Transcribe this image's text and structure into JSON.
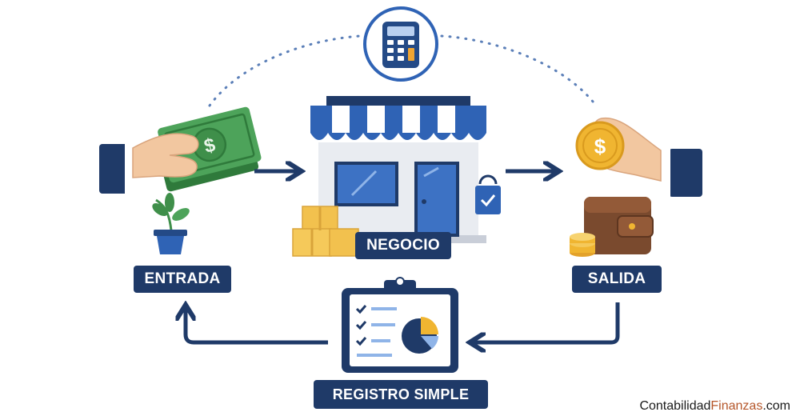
{
  "labels": {
    "entrada": "ENTRADA",
    "negocio": "NEGOCIO",
    "salida": "SALIDA",
    "registro": "REGISTRO SIMPLE"
  },
  "icons": {
    "top": "calculator-icon",
    "left_hand": "hand-with-cash-icon",
    "plant": "plant-pot-icon",
    "center": "storefront-icon",
    "boxes": "cardboard-boxes-icon",
    "bag": "shopping-bag-icon",
    "right_hand": "hand-with-coin-icon",
    "wallet": "wallet-icon",
    "coins": "coin-stack-icon",
    "bottom": "clipboard-report-icon"
  },
  "watermark": {
    "part1": "Contabilidad",
    "part2": "Finanzas",
    "part3": ".com"
  },
  "colors": {
    "navy": "#1f3a68",
    "blue": "#2f63b5",
    "light_blue": "#8fb4e8",
    "money_green": "#3f8f4a",
    "gold": "#f0b531",
    "box": "#f2c14e",
    "wallet_brown": "#7a4a2e",
    "skin": "#f2c7a0",
    "accent_watermark": "#b5562a"
  }
}
